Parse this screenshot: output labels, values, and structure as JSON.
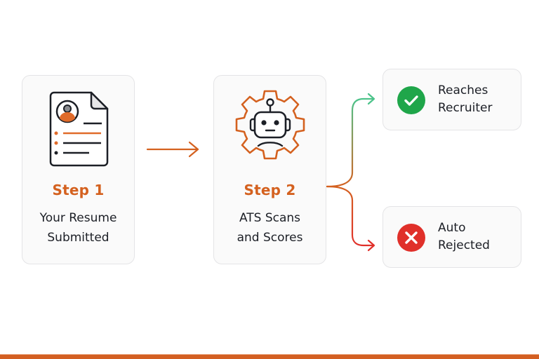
{
  "steps": [
    {
      "title": "Step 1",
      "desc_line1": "Your Resume",
      "desc_line2": "Submitted",
      "icon": "resume-document-icon"
    },
    {
      "title": "Step 2",
      "desc_line1": "ATS Scans",
      "desc_line2": "and Scores",
      "icon": "robot-gear-icon"
    }
  ],
  "outcomes": [
    {
      "line1": "Reaches",
      "line2": "Recruiter",
      "icon": "check-icon",
      "color": "#1fa64a"
    },
    {
      "line1": "Auto",
      "line2": "Rejected",
      "icon": "x-icon",
      "color": "#e0302a"
    }
  ],
  "colors": {
    "accent": "#d4611f",
    "success": "#1fa64a",
    "danger": "#e0302a",
    "success_arrow": "#4cc38a",
    "text": "#1c1f26"
  }
}
